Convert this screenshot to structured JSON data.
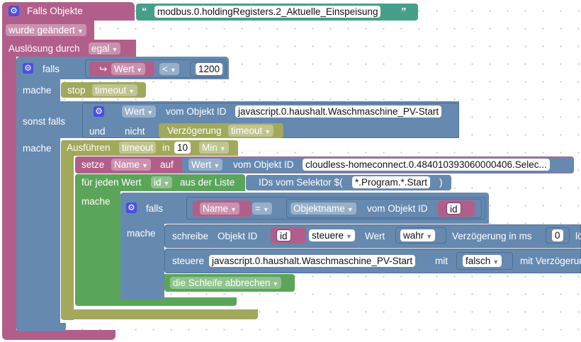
{
  "trigger": {
    "title": "Falls Objekte",
    "object_id": "modbus.0.holdingRegisters.2_Aktuelle_Einspeisung",
    "change_mode": "wurde geändert",
    "trigger_label": "Auslösung durch",
    "trigger_value": "egal"
  },
  "if1": {
    "falls_label": "falls",
    "var_icon": "↪",
    "var_name": "Wert",
    "operator": "<",
    "number": "1200",
    "then_label": "mache",
    "stop_label": "stop",
    "stop_value": "timeout",
    "elseif_label": "sonst falls",
    "and_label": "und",
    "value_label": "Wert",
    "object_label": "vom Objekt ID",
    "object_id": "javascript.0.haushalt.Waschmaschine_PV-Start",
    "not_label": "nicht",
    "delay_label": "Verzögerung",
    "delay_value": "timeout",
    "else_then_label": "mache"
  },
  "timeout_block": {
    "run_label": "Ausführen",
    "name": "timeout",
    "in_label": "in",
    "amount": "10",
    "unit": "Min"
  },
  "set_block": {
    "set_label": "setze",
    "var": "Name",
    "to_label": "auf",
    "value_label": "Wert",
    "object_label": "vom Objekt ID",
    "object_id": "cloudless-homeconnect.0.484010393060000406.Selec..."
  },
  "loop": {
    "foreach_label": "für jeden Wert",
    "var": "id",
    "list_label": "aus der Liste",
    "selector_label": "IDs vom Selektor $(",
    "selector": "*.Program.*.Start",
    "selector_close": ")",
    "do_label": "mache"
  },
  "if2": {
    "falls_label": "falls",
    "var": "Name",
    "operator": "=",
    "prop": "Objektname",
    "object_label": "vom Objekt ID",
    "id_var": "id",
    "then_label": "mache"
  },
  "write1": {
    "write_label": "schreibe",
    "object_label": "Objekt ID",
    "id_var": "id",
    "mode": "steuere",
    "value_label": "Wert",
    "value": "wahr",
    "delay_label": "Verzögerung in ms",
    "delay_value": "0",
    "tail": "lö"
  },
  "write2": {
    "mode_label": "steuere",
    "object_id": "javascript.0.haushalt.Waschmaschine_PV-Start",
    "with_label": "mit",
    "value": "falsch",
    "delay_label": "mit Verzögerung"
  },
  "break_block": {
    "label": "die Schleife abbrechen"
  },
  "colors": {
    "event": "#b15f8a",
    "logic": "#6689b0",
    "timeout": "#a2a85c",
    "loop": "#5ba55b",
    "text": "#46a089"
  }
}
